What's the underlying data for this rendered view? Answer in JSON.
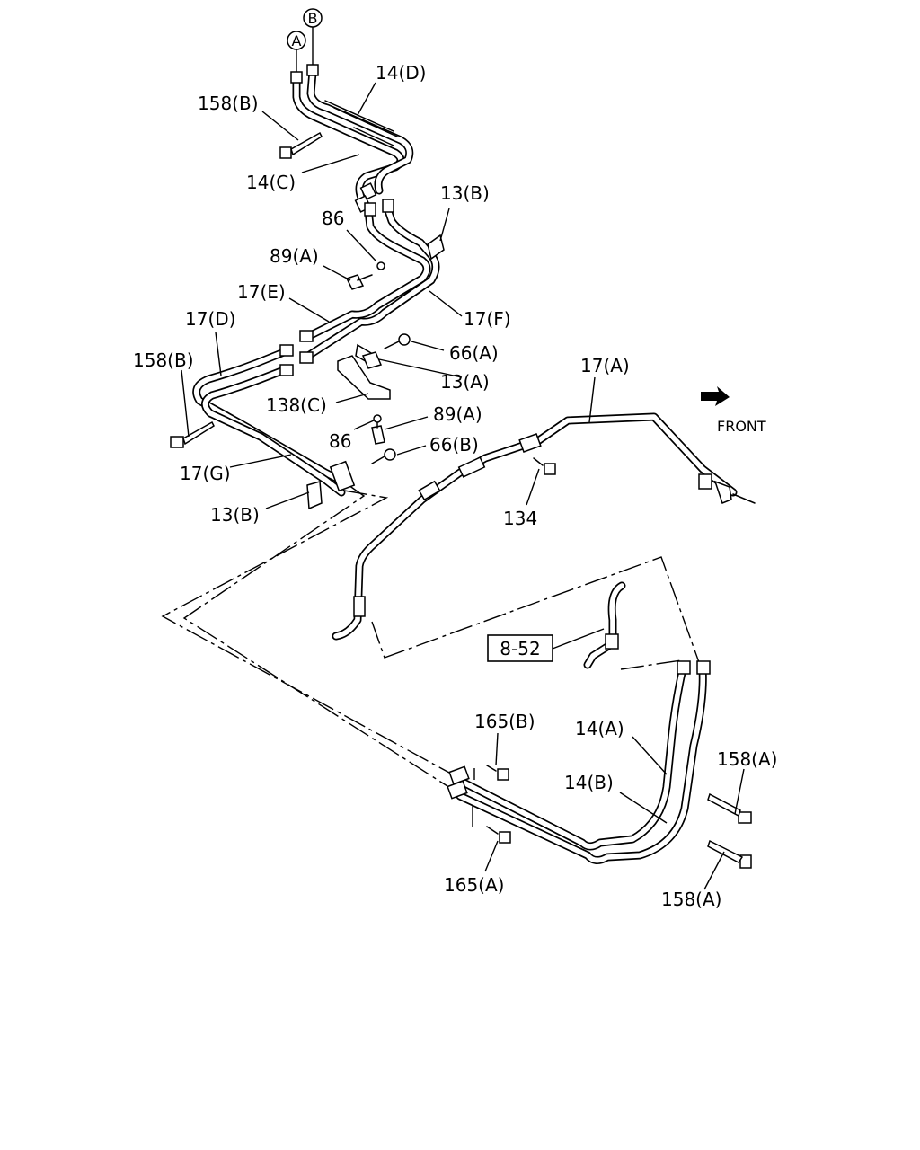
{
  "labels": {
    "l14D": "14(D)",
    "l158B_top": "158(B)",
    "l14C": "14(C)",
    "l13B_top": "13(B)",
    "l86_top": "86",
    "l89A_top": "89(A)",
    "l17E": "17(E)",
    "l17D": "17(D)",
    "l17F": "17(F)",
    "l66A": "66(A)",
    "l158B_left": "158(B)",
    "l13A": "13(A)",
    "l138C": "138(C)",
    "l89A_mid": "89(A)",
    "l86_mid": "86",
    "l66B": "66(B)",
    "l17G": "17(G)",
    "l13B_bot": "13(B)",
    "l17A": "17(A)",
    "lFRONT": "FRONT",
    "l134": "134",
    "lref": "8-52",
    "l165B": "165(B)",
    "l14A": "14(A)",
    "l158A_top": "158(A)",
    "l14B": "14(B)",
    "l165A": "165(A)",
    "l158A_bot": "158(A)",
    "circleA": "A",
    "circleB": "B"
  },
  "colors": {
    "line": "#000000",
    "background": "#ffffff"
  }
}
